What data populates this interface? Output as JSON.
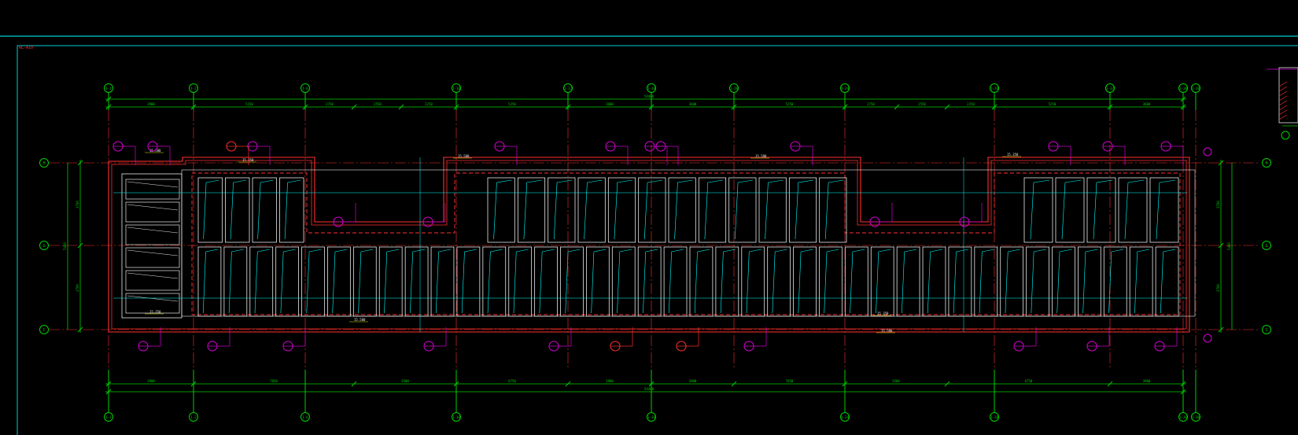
{
  "drawing": {
    "corner_label": "RL-A10",
    "colors": {
      "background": "#000000",
      "frame": "#00e5e5",
      "axis": "#00d000",
      "wall": "#ff3030",
      "dim": "#00d000",
      "tag": "#d400d4",
      "detail": "#e8e8e8",
      "cyan": "#00ffff",
      "yellow": "#e0e000"
    },
    "top_axis_labels": [
      "1-1",
      "1-2",
      "1-6",
      "1-10",
      "1-12",
      "1-16",
      "1-20",
      "1-24",
      "1-28",
      "1-32",
      "1-36",
      "1-38"
    ],
    "bottom_axis_labels": [
      "1-1",
      "1-2",
      "1-6",
      "1-10",
      "1-16",
      "1-24",
      "1-28",
      "1-36",
      "1-38"
    ],
    "row_axis_labels": [
      "H",
      "G",
      "C"
    ],
    "top_dim_segments": [
      "3900",
      "5250",
      "2750",
      "2550",
      "2250",
      "5250",
      "3600",
      "3600",
      "5250",
      "2750",
      "2550",
      "2250",
      "5250",
      "3600"
    ],
    "top_total": "54400",
    "bottom_dim_segments": [
      "3900",
      "7650",
      "3500",
      "6750",
      "3900",
      "3900",
      "7650",
      "3500",
      "6750",
      "3900"
    ],
    "bottom_total": "54400",
    "left_dims": [
      "2700",
      "2700",
      "5400"
    ],
    "right_dims": [
      "2700",
      "2700",
      "5400"
    ],
    "elevations": [
      "15.580",
      "15.350",
      "15.580",
      "15.580",
      "15.350",
      "15.350",
      "15.580",
      "15.350",
      "15.580"
    ]
  }
}
